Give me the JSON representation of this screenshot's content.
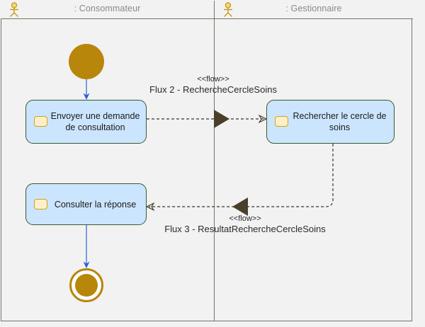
{
  "diagram": {
    "type": "uml-activity-diagram",
    "background_color": "#f2f2f2",
    "frame_border_color": "#7a7168"
  },
  "lanes": [
    {
      "title": ": Consommateur",
      "actor_icon": "actor-stick-figure-icon"
    },
    {
      "title": ": Gestionnaire",
      "actor_icon": "actor-stick-figure-icon"
    }
  ],
  "nodes": {
    "start": {
      "icon": "initial-node-icon",
      "color": "#b8860b"
    },
    "end": {
      "icon": "final-node-icon",
      "color": "#b8860b"
    },
    "activities": [
      {
        "label": "Envoyer une demande de consultation",
        "icon": "activity-icon",
        "fill": "#cce5ff",
        "border": "#39592b"
      },
      {
        "label": "Rechercher le cercle de soins",
        "icon": "activity-icon",
        "fill": "#cce5ff",
        "border": "#39592b"
      },
      {
        "label": "Consulter la réponse",
        "icon": "activity-icon",
        "fill": "#cce5ff",
        "border": "#39592b"
      }
    ]
  },
  "flows": [
    {
      "stereotype": "<<flow>>",
      "name": "Flux 2 - RechercheCercleSoins",
      "direction": "left-to-right"
    },
    {
      "stereotype": "<<flow>>",
      "name": "Flux 3 - ResultatRechercheCercleSoins",
      "direction": "right-to-left"
    }
  ]
}
